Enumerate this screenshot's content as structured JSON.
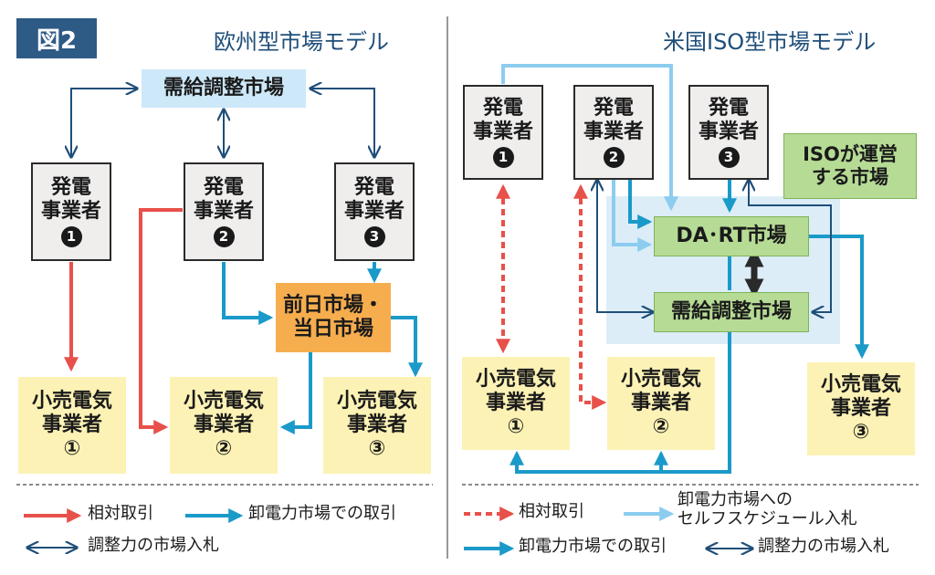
{
  "badge": "図2",
  "left": {
    "title": "欧州型市場モデル",
    "balancing_market": "需給調整市場",
    "generators": [
      {
        "line1": "発電",
        "line2": "事業者",
        "num": "1"
      },
      {
        "line1": "発電",
        "line2": "事業者",
        "num": "2"
      },
      {
        "line1": "発電",
        "line2": "事業者",
        "num": "3"
      }
    ],
    "spot_market": {
      "line1": "前日市場・",
      "line2": "当日市場"
    },
    "retailers": [
      {
        "line1": "小売電気",
        "line2": "事業者",
        "num": "①"
      },
      {
        "line1": "小売電気",
        "line2": "事業者",
        "num": "②"
      },
      {
        "line1": "小売電気",
        "line2": "事業者",
        "num": "③"
      }
    ],
    "legend": {
      "bilateral": "相対取引",
      "wholesale": "卸電力市場での取引",
      "balancing_bid": "調整力の市場入札"
    }
  },
  "right": {
    "title": "米国ISO型市場モデル",
    "iso_label": {
      "line1": "ISOが運営",
      "line2": "する市場"
    },
    "da_rt_market": "DA･RT市場",
    "balancing_market": "需給調整市場",
    "generators": [
      {
        "line1": "発電",
        "line2": "事業者",
        "num": "1"
      },
      {
        "line1": "発電",
        "line2": "事業者",
        "num": "2"
      },
      {
        "line1": "発電",
        "line2": "事業者",
        "num": "3"
      }
    ],
    "retailers": [
      {
        "line1": "小売電気",
        "line2": "事業者",
        "num": "①"
      },
      {
        "line1": "小売電気",
        "line2": "事業者",
        "num": "②"
      },
      {
        "line1": "小売電気",
        "line2": "事業者",
        "num": "③"
      }
    ],
    "legend": {
      "bilateral": "相対取引",
      "self_schedule_line1": "卸電力市場への",
      "self_schedule_line2": "セルフスケジュール入札",
      "wholesale": "卸電力市場での取引",
      "balancing_bid": "調整力の市場入札"
    }
  },
  "colors": {
    "red": "#e8504a",
    "blue": "#1a9ac9",
    "light_blue": "#8cccef",
    "navy": "#1f4e79",
    "iso_region": "#dcedf8"
  }
}
